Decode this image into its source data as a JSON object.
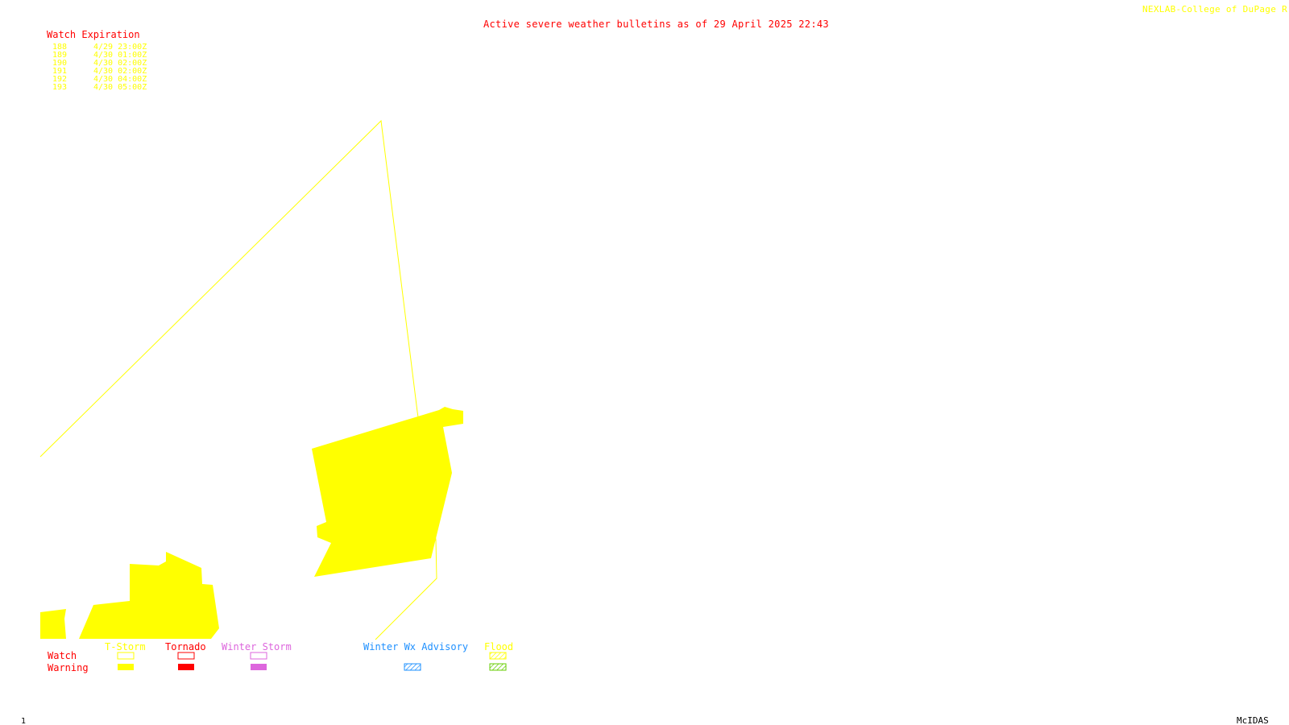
{
  "header": {
    "title": "Active severe weather bulletins as of 29 April 2025 22:43",
    "credit": "NEXLAB-College of DuPage R"
  },
  "watch_expiration": {
    "heading": "Watch Expiration",
    "rows": [
      {
        "number": "188",
        "expires": "4/29 23:00Z"
      },
      {
        "number": "189",
        "expires": "4/30 01:00Z"
      },
      {
        "number": "190",
        "expires": "4/30 02:00Z"
      },
      {
        "number": "191",
        "expires": "4/30 02:00Z"
      },
      {
        "number": "192",
        "expires": "4/30 04:00Z"
      },
      {
        "number": "193",
        "expires": "4/30 05:00Z"
      }
    ]
  },
  "legend": {
    "row_labels": {
      "watch": "Watch",
      "warning": "Warning"
    },
    "categories": [
      {
        "label": "T-Storm",
        "color": "#ffff00",
        "watch_style": "outline",
        "warning_style": "solid"
      },
      {
        "label": "Tornado",
        "color": "#ff0000",
        "watch_style": "outline",
        "warning_style": "solid"
      },
      {
        "label": "Winter Storm",
        "color": "#dd66dd",
        "watch_style": "outline",
        "warning_style": "solid"
      },
      {
        "label": "Winter Wx Advisory",
        "color": "#1e90ff",
        "watch_style": "none",
        "warning_style": "hatched"
      },
      {
        "label": "Flood",
        "color": "#ffff00",
        "watch_style": "hatched",
        "warning_style": "hatched-green"
      }
    ]
  },
  "map": {
    "watch_outline_color": "#ffff00",
    "warning_fill_color": "#ffff00"
  },
  "footer": {
    "frame_number": "1",
    "software": "McIDAS"
  }
}
